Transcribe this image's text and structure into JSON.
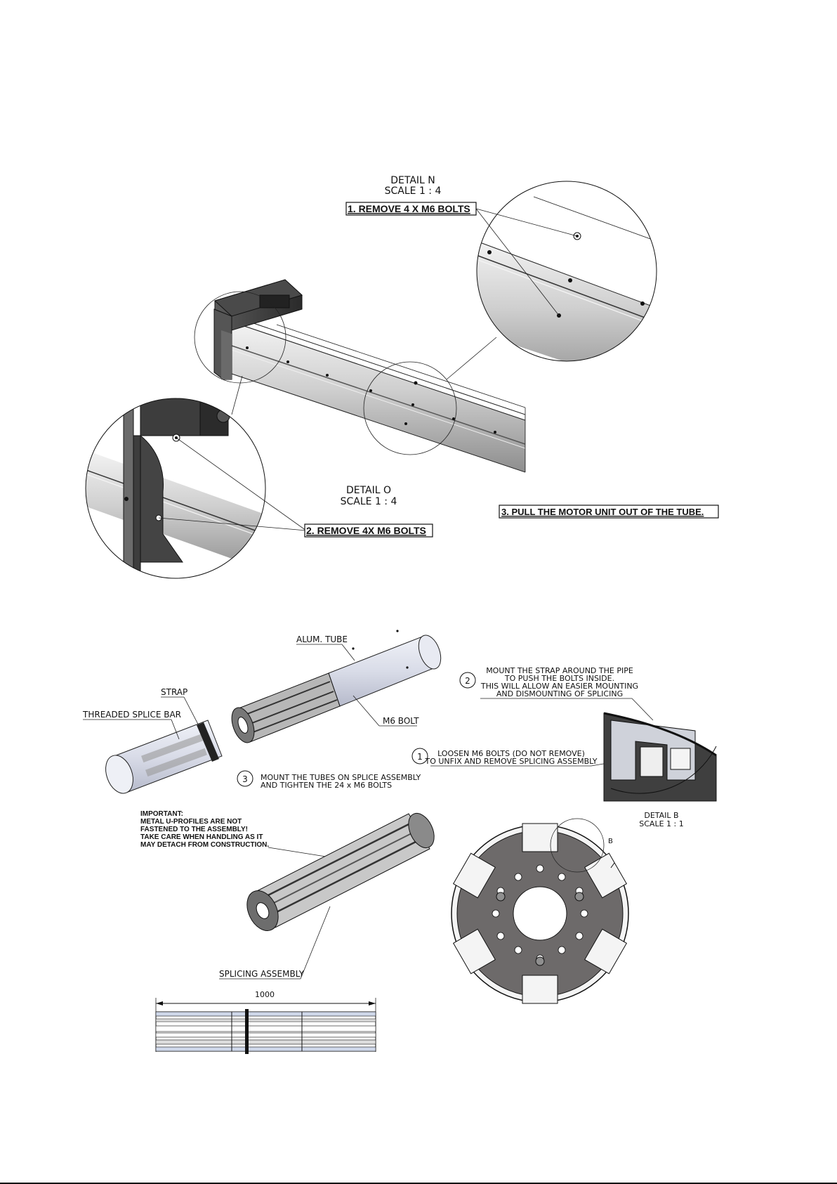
{
  "upper": {
    "detail_n_title": "DETAIL N",
    "detail_n_scale": "SCALE 1 : 4",
    "step1": "1. REMOVE 4 X M6 BOLTS",
    "detail_o_title": "DETAIL O",
    "detail_o_scale": "SCALE 1 : 4",
    "step2": "2. REMOVE 4X M6 BOLTS",
    "step3": "3. PULL THE MOTOR UNIT OUT OF THE TUBE."
  },
  "lower": {
    "alum_tube": "ALUM. TUBE",
    "strap": "STRAP",
    "threaded_splice_bar": "THREADED SPLICE BAR",
    "m6_bolt": "M6 BOLT",
    "step2_num": "2",
    "step2_lines": [
      "MOUNT THE STRAP AROUND THE PIPE",
      "TO PUSH THE BOLTS INSIDE.",
      "THIS WILL ALLOW AN EASIER MOUNTING",
      "AND DISMOUNTING OF SPLICING"
    ],
    "step1_num": "1",
    "step1_lines": [
      "LOOSEN M6 BOLTS (DO NOT REMOVE)",
      "TO UNFIX AND REMOVE SPLICING ASSEMBLY"
    ],
    "step3_num": "3",
    "step3_lines": [
      "MOUNT THE TUBES ON SPLICE ASSEMBLY",
      "AND TIGHTEN THE 24 x M6 BOLTS"
    ],
    "important_lines": [
      "IMPORTANT:",
      "METAL U-PROFILES ARE NOT",
      "FASTENED TO THE ASSEMBLY!",
      "TAKE CARE WHEN HANDLING AS IT",
      "MAY DETACH FROM CONSTRUCTION."
    ],
    "detail_b_title": "DETAIL B",
    "detail_b_scale": "SCALE 1 : 1",
    "b_marker": "B",
    "splicing_assembly": "SPLICING ASSEMBLY",
    "dimension": "1000"
  },
  "colors": {
    "ink": "#111111",
    "metal_dark": "#3a3a3a",
    "metal_light": "#d8d8d8",
    "tube_tint": "#dfe2ee"
  }
}
